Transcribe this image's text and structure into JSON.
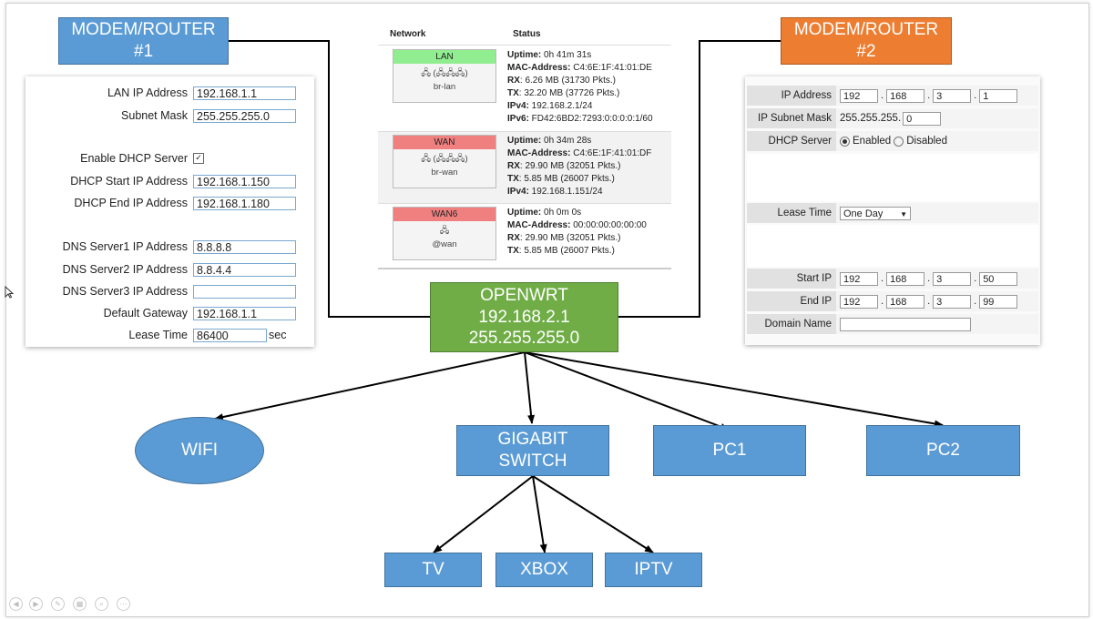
{
  "router1": {
    "title_line1": "MODEM/ROUTER",
    "title_line2": "#1"
  },
  "router2": {
    "title_line1": "MODEM/ROUTER",
    "title_line2": "#2"
  },
  "openwrt": {
    "name": "OPENWRT",
    "ip": "192.168.2.1",
    "mask": "255.255.255.0"
  },
  "devices": {
    "wifi": "WIFI",
    "switch_line1": "GIGABIT",
    "switch_line2": "SWITCH",
    "pc1": "PC1",
    "pc2": "PC2",
    "tv": "TV",
    "xbox": "XBOX",
    "iptv": "IPTV"
  },
  "left_panel": {
    "rows": [
      {
        "label": "LAN IP Address",
        "value": "192.168.1.1"
      },
      {
        "label": "Subnet Mask",
        "value": "255.255.255.0"
      },
      {
        "label": "Enable DHCP Server",
        "value": "✓"
      },
      {
        "label": "DHCP Start IP Address",
        "value": "192.168.1.150"
      },
      {
        "label": "DHCP End IP Address",
        "value": "192.168.1.180"
      },
      {
        "label": "DNS Server1 IP Address",
        "value": "8.8.8.8"
      },
      {
        "label": "DNS Server2 IP Address",
        "value": "8.8.4.4"
      },
      {
        "label": "DNS Server3 IP Address",
        "value": ""
      },
      {
        "label": "Default Gateway",
        "value": "192.168.1.1"
      },
      {
        "label": "Lease Time",
        "value": "86400"
      }
    ],
    "lease_unit": "sec"
  },
  "status_table": {
    "col_network": "Network",
    "col_status": "Status",
    "interfaces": [
      {
        "name": "LAN",
        "icons": "🖧 (🖧🖧🖧)",
        "device": "br-lan",
        "color": "#90ee90",
        "lines": [
          {
            "k": "Uptime:",
            "v": " 0h 41m 31s"
          },
          {
            "k": "MAC-Address:",
            "v": " C4:6E:1F:41:01:DE"
          },
          {
            "k": "RX",
            "v": ": 6.26 MB (31730 Pkts.)"
          },
          {
            "k": "TX",
            "v": ": 32.20 MB (37726 Pkts.)"
          },
          {
            "k": "IPv4:",
            "v": " 192.168.2.1/24"
          },
          {
            "k": "IPv6:",
            "v": " FD42:6BD2:7293:0:0:0:0:1/60"
          }
        ]
      },
      {
        "name": "WAN",
        "icons": "🖧 (🖧🖧🖧)",
        "device": "br-wan",
        "color": "#f08080",
        "lines": [
          {
            "k": "Uptime:",
            "v": " 0h 34m 28s"
          },
          {
            "k": "MAC-Address:",
            "v": " C4:6E:1F:41:01:DF"
          },
          {
            "k": "RX",
            "v": ": 29.90 MB (32051 Pkts.)"
          },
          {
            "k": "TX",
            "v": ": 5.85 MB (26007 Pkts.)"
          },
          {
            "k": "IPv4:",
            "v": " 192.168.1.151/24"
          }
        ]
      },
      {
        "name": "WAN6",
        "icons": "🖧",
        "device": "@wan",
        "color": "#f08080",
        "lines": [
          {
            "k": "Uptime:",
            "v": " 0h 0m 0s"
          },
          {
            "k": "MAC-Address:",
            "v": " 00:00:00:00:00:00"
          },
          {
            "k": "RX",
            "v": ": 29.90 MB (32051 Pkts.)"
          },
          {
            "k": "TX",
            "v": ": 5.85 MB (26007 Pkts.)"
          }
        ]
      }
    ]
  },
  "right_panel": {
    "ip_label": "IP Address",
    "ip": [
      "192",
      "168",
      "3",
      "1"
    ],
    "mask_label": "IP Subnet Mask",
    "mask_prefix": "255.255.255.",
    "mask_last": "0",
    "dhcp_label": "DHCP Server",
    "dhcp_enabled": "Enabled",
    "dhcp_disabled": "Disabled",
    "lease_label": "Lease Time",
    "lease_value": "One Day",
    "start_label": "Start IP",
    "start": [
      "192",
      "168",
      "3",
      "50"
    ],
    "end_label": "End IP",
    "end": [
      "192",
      "168",
      "3",
      "99"
    ],
    "domain_label": "Domain Name",
    "domain_value": ""
  },
  "colors": {
    "box_blue": "#5b9bd5",
    "box_orange": "#ed7d31",
    "box_green": "#70ad47"
  }
}
